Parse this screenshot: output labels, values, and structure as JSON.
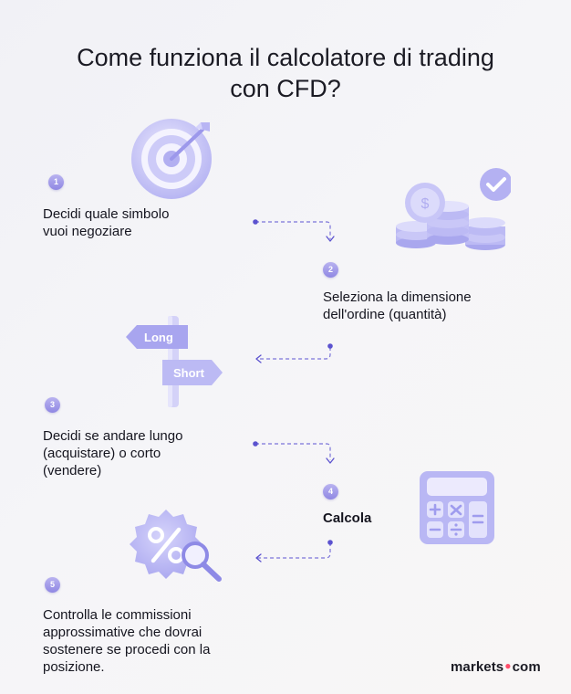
{
  "title": {
    "line1": "Come funziona il calcolatore di trading",
    "line2": "con CFD?"
  },
  "steps": [
    {
      "number": "1",
      "lines": [
        "Decidi quale simbolo",
        "vuoi negoziare"
      ],
      "icon": "target-icon"
    },
    {
      "number": "2",
      "lines": [
        "Seleziona la dimensione",
        "dell'ordine (quantità)"
      ],
      "icon": "coins-check-icon"
    },
    {
      "number": "3",
      "lines": [
        "Decidi se andare lungo",
        "(acquistare) o corto",
        "(vendere)"
      ],
      "icon": "signpost-icon"
    },
    {
      "number": "4",
      "lines": [
        "Calcola"
      ],
      "icon": "calculator-icon"
    },
    {
      "number": "5",
      "lines": [
        "Controlla le commissioni",
        "approssimative che dovrai",
        "sostenere se procedi con la",
        "posizione."
      ],
      "icon": "percent-magnifier-icon"
    }
  ],
  "signpost": {
    "long_label": "Long",
    "short_label": "Short"
  },
  "brand": {
    "left": "markets",
    "right": "com"
  },
  "colors": {
    "accent": "#8f87e3",
    "icon_light": "#dcdcfb",
    "icon_mid": "#b5b5f2",
    "connector": "#7b74d9"
  }
}
